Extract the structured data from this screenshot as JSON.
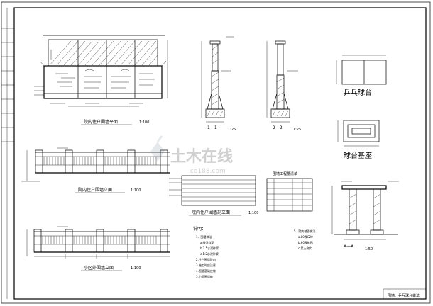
{
  "plan": {
    "title": "院内住户围墙平面",
    "scale": "1:100"
  },
  "inner_elevation": {
    "title": "院内住户围墙立面",
    "scale": "1:100"
  },
  "outer_elevation": {
    "title": "小区外围墙立面",
    "scale": "1:100"
  },
  "section_view": {
    "title": "院内住户围墙剖立面",
    "scale": "1:100"
  },
  "section_1": {
    "label": "1—1",
    "scale": "1:25"
  },
  "section_2": {
    "label": "2—2",
    "scale": "1:25"
  },
  "pingpong_table": {
    "title": "乒乓球台"
  },
  "table_base": {
    "title": "球台基座"
  },
  "section_a": {
    "label": "A—A",
    "scale": "1:50"
  },
  "material_table": {
    "title": "围墙工程量清单"
  },
  "notes": {
    "title": "说明：",
    "lines": [
      "1．围墙做法",
      "a.做法详见",
      "b.2.5水泥砂浆",
      "c.1:2水泥砂浆",
      "2.住户围墙院内",
      "3.施工时应注意",
      "4.围墙基础应做",
      "5.小区围墙每"
    ],
    "right_lines": [
      "5．院内地面做法",
      "a.80厚C20",
      "b.60厚碎石",
      "c.素土夯实"
    ]
  },
  "watermark": {
    "text": "土木在线",
    "url": "co188.com"
  },
  "title_block": {
    "name": "围墙、乒乓球台做法"
  }
}
